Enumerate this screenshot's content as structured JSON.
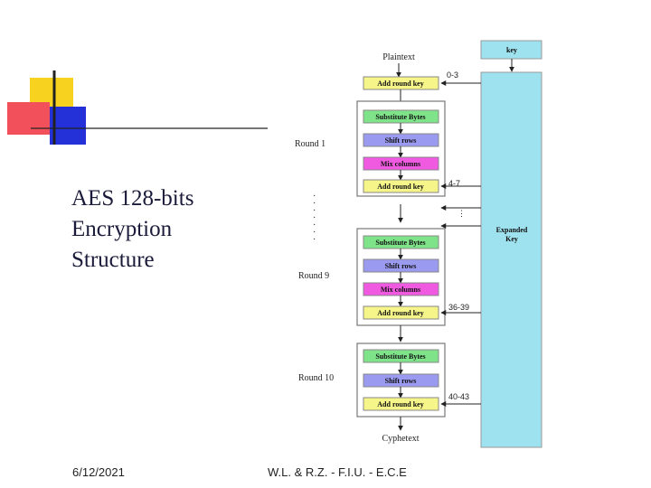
{
  "slide": {
    "title": "AES 128-bits\nEncryption\nStructure",
    "date": "6/12/2021",
    "footer": "W.L. & R.Z. - F.I.U. - E.C.E"
  },
  "colors": {
    "add_round_key": "#f6f58a",
    "substitute_bytes": "#7fe38a",
    "shift_rows": "#9a9af0",
    "mix_columns": "#f05ae0",
    "expanded_key": "#9fe2ef",
    "accent_yellow": "#f7d21e",
    "accent_red": "#f2505a",
    "accent_blue": "#2430d8"
  },
  "diagram": {
    "plaintext": "Plaintext",
    "ciphertext": "Cyphetext",
    "key": "key",
    "expanded_key": "Expanded\nKey",
    "initial_step": "Add round key",
    "round1": {
      "label": "Round 1",
      "steps": [
        "Substitute Bytes",
        "Shift rows",
        "Mix columns",
        "Add round key"
      ]
    },
    "dots": "·······",
    "round9": {
      "label": "Round 9",
      "steps": [
        "Substitute Bytes",
        "Shift rows",
        "Mix columns",
        "Add round key"
      ]
    },
    "round10": {
      "label": "Round 10",
      "steps": [
        "Substitute Bytes",
        "Shift rows",
        "Add round key"
      ]
    },
    "key_words": {
      "w0": "0-3",
      "w1": "4-7",
      "ellipsis": "⋮",
      "w9": "36-39",
      "w10": "40-43"
    }
  }
}
